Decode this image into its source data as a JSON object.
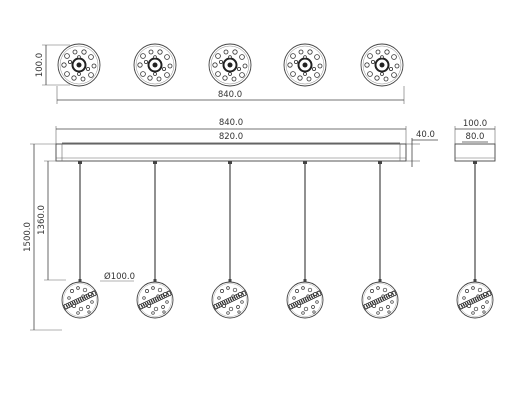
{
  "drawing": {
    "top_view": {
      "height_label": "100.0",
      "width_label": "840.0",
      "lamp_count": 5
    },
    "front_view": {
      "overall_width_label": "840.0",
      "inner_width_label": "820.0",
      "canopy_height_label": "40.0",
      "drop_label": "1360.0",
      "total_height_label": "1500.0",
      "diameter_label": "Ø100.0",
      "lamp_count": 5
    },
    "side_view": {
      "outer_width_label": "100.0",
      "inner_width_label": "80.0"
    }
  }
}
